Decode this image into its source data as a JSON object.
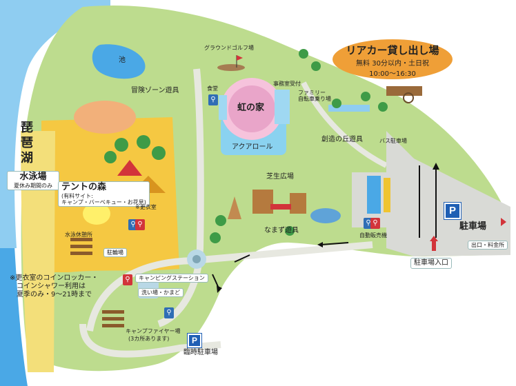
{
  "map": {
    "lake_name_1": "琵",
    "lake_name_2": "琶",
    "lake_name_3": "湖",
    "pond": "池",
    "swimming": {
      "title": "水泳場",
      "note": "夏休み期間のみ"
    },
    "tent_forest": {
      "title": "テントの森",
      "sub1": "(有料サイト:",
      "sub2": "キャンプ・バーベキュー・お花見)"
    },
    "labels": {
      "ground_golf": "グラウンドゴルフ場",
      "adventure_zone": "冒険ゾーン遊具",
      "meal": "食堂",
      "office": "事務室受付",
      "family_bike": "ファミリー\n自転車乗り場",
      "rainbow_house": "虹の家",
      "aqua_roll": "アクアロール",
      "creation_hill": "創造の丘遊具",
      "bus_parking": "バス駐車場",
      "lawn_square": "芝生広場",
      "catfish": "なまず遊具",
      "vending": "自動販売機",
      "changing_room": "※更衣室",
      "swim_rest": "水泳休憩所",
      "bike_parking": "駐輪場",
      "campfire_area": "キャンプファイヤー場",
      "campfire_note": "(3カ所あります)",
      "camping_station": "キャンピングステーション",
      "washing": "洗い場・かまど",
      "temp_parking": "臨時駐車場",
      "parking": "駐車場",
      "parking_entrance": "駐車場入口",
      "exit": "出口・料金所",
      "coin_note_1": "※更衣室のコインロッカー・",
      "coin_note_2": "コインシャワー利用は",
      "coin_note_3": "夏季のみ・9～21時まで"
    },
    "rental": {
      "title": "リアカー貸し出し場",
      "fee": "無料 30分以内・土日祝",
      "hours": "10:00～16:30"
    },
    "park_symbol": "P",
    "wc_symbol": "WC"
  }
}
